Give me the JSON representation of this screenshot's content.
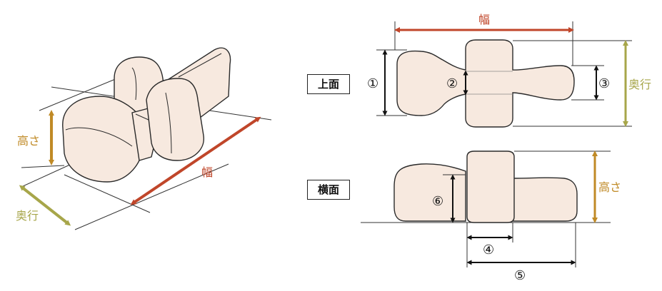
{
  "labels": {
    "width": "幅",
    "height": "高さ",
    "depth": "奥行",
    "top_view": "上面",
    "side_view": "横面",
    "dim1": "①",
    "dim2": "②",
    "dim3": "③",
    "dim4": "④",
    "dim5": "⑤",
    "dim6": "⑥"
  },
  "colors": {
    "width_arrow": "#c0462a",
    "height_arrow": "#c08a26",
    "depth_arrow": "#a7a64a",
    "body_fill": "#f7e9df",
    "outline": "#2a2a2a",
    "dim_line": "#111111"
  }
}
